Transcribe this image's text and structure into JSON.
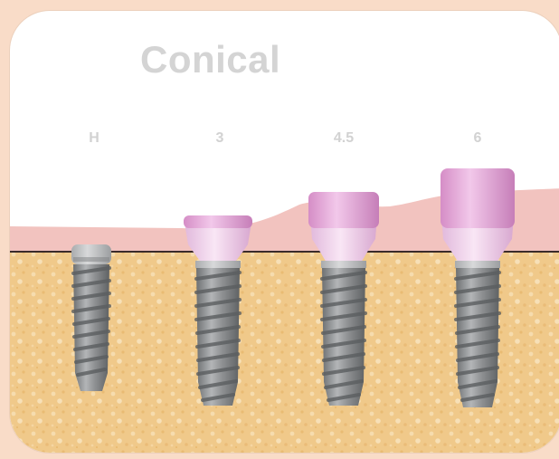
{
  "title": "Conical",
  "abutment_heights": [
    "H",
    "3",
    "4.5",
    "6"
  ],
  "colors": {
    "page_background": "#f9dcc8",
    "panel_background": "#ffffff",
    "gingiva": "#f2c3bf",
    "bone": "#f0c98a",
    "implant_metal": "#8e9092",
    "abutment": "#dfa0d2",
    "label_text": "#d2d2d2"
  }
}
